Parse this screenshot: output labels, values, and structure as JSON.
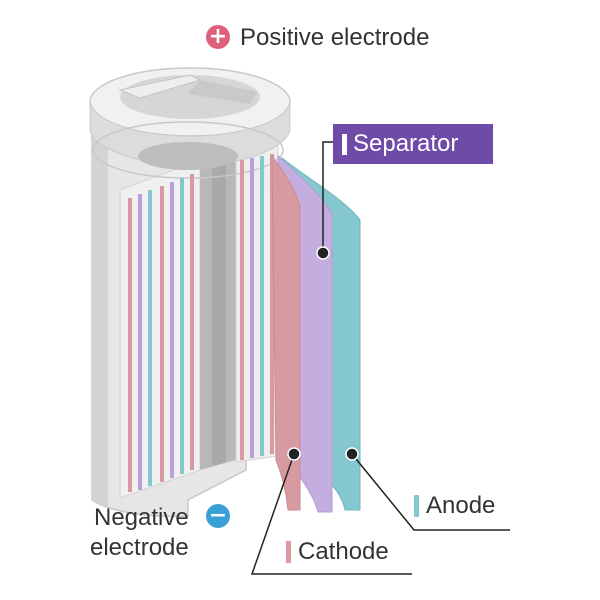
{
  "positive_terminal": {
    "sign": "+",
    "label": "Positive electrode",
    "color": "#e0607a"
  },
  "negative_terminal": {
    "sign": "−",
    "label_line1": "Negative",
    "label_line2": "electrode",
    "color": "#3aa1d8"
  },
  "layers": {
    "separator": {
      "label": "Separator",
      "color": "#c4aee0",
      "box_color": "#6f4ba8"
    },
    "cathode": {
      "label": "Cathode",
      "color": "#d79aa0"
    },
    "anode": {
      "label": "Anode",
      "color": "#85c7ce"
    }
  }
}
